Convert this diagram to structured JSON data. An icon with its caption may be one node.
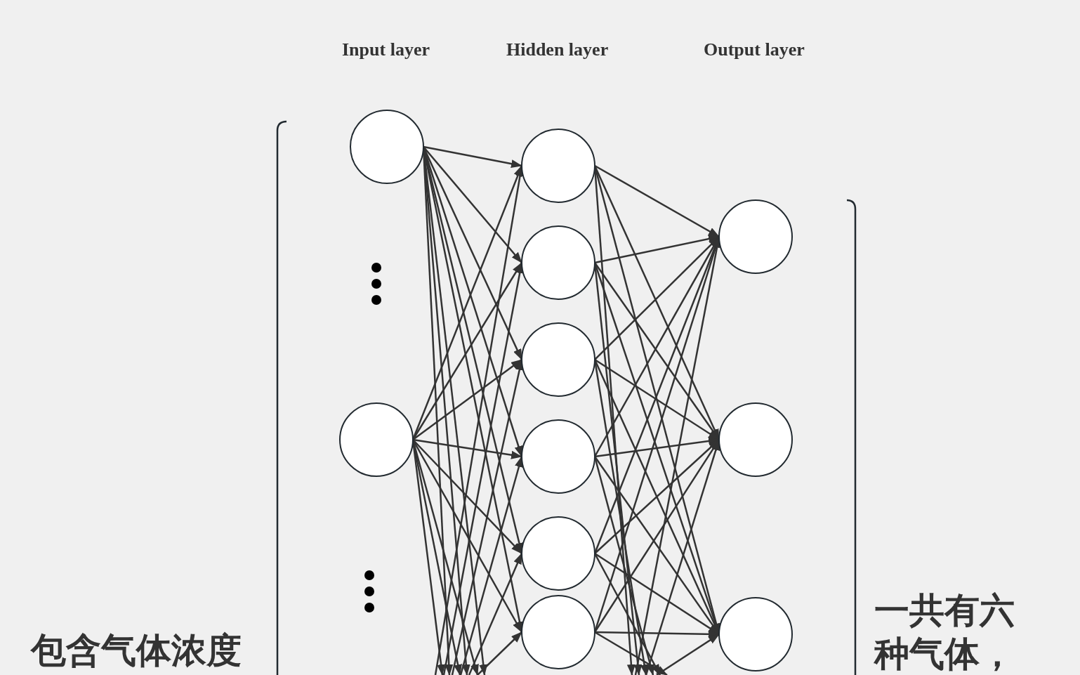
{
  "diagram": {
    "nodes": [
      {
        "text": [],
        "shape": "circle"
      },
      {
        "text": [],
        "shape": "circle"
      },
      {
        "text": [],
        "shape": "circle"
      },
      {
        "text": [],
        "shape": "circle"
      },
      {
        "text": [],
        "shape": "circle"
      },
      {
        "text": [],
        "shape": "circle"
      },
      {
        "text": [],
        "shape": "circle"
      },
      {
        "text": [],
        "shape": "circle"
      },
      {
        "text": [],
        "shape": "circle"
      },
      {
        "text": [],
        "shape": "circle"
      },
      {
        "text": [],
        "shape": "circle"
      }
    ],
    "edges": [
      {
        "from": 0,
        "to": 2,
        "arrow": "to"
      },
      {
        "from": 0,
        "to": 3,
        "arrow": "to"
      },
      {
        "from": 0,
        "to": 4,
        "arrow": "to"
      },
      {
        "from": 0,
        "to": 5,
        "arrow": "to"
      },
      {
        "from": 0,
        "to": 6,
        "arrow": "to"
      },
      {
        "from": 0,
        "to": 7,
        "arrow": "to"
      },
      {
        "from": 1,
        "to": 2,
        "arrow": "to"
      },
      {
        "from": 1,
        "to": 3,
        "arrow": "to"
      },
      {
        "from": 1,
        "to": 4,
        "arrow": "to"
      },
      {
        "from": 1,
        "to": 5,
        "arrow": "to"
      },
      {
        "from": 1,
        "to": 6,
        "arrow": "to"
      },
      {
        "from": 1,
        "to": 7,
        "arrow": "to"
      },
      {
        "from": 2,
        "to": 8,
        "arrow": "to"
      },
      {
        "from": 2,
        "to": 9,
        "arrow": "to"
      },
      {
        "from": 2,
        "to": 10,
        "arrow": "to"
      },
      {
        "from": 3,
        "to": 8,
        "arrow": "to"
      },
      {
        "from": 3,
        "to": 9,
        "arrow": "to"
      },
      {
        "from": 3,
        "to": 10,
        "arrow": "to"
      },
      {
        "from": 4,
        "to": 8,
        "arrow": "to"
      },
      {
        "from": 4,
        "to": 9,
        "arrow": "to"
      },
      {
        "from": 4,
        "to": 10,
        "arrow": "to"
      },
      {
        "from": 5,
        "to": 8,
        "arrow": "to"
      },
      {
        "from": 5,
        "to": 9,
        "arrow": "to"
      },
      {
        "from": 5,
        "to": 10,
        "arrow": "to"
      },
      {
        "from": 6,
        "to": 8,
        "arrow": "to"
      },
      {
        "from": 6,
        "to": 9,
        "arrow": "to"
      },
      {
        "from": 6,
        "to": 10,
        "arrow": "to"
      },
      {
        "from": 7,
        "to": 8,
        "arrow": "to"
      },
      {
        "from": 7,
        "to": 9,
        "arrow": "to"
      },
      {
        "from": 7,
        "to": 10,
        "arrow": "to"
      },
      {
        "from": 0,
        "to": null,
        "arrow": "to"
      },
      {
        "from": 0,
        "to": null,
        "arrow": "to"
      },
      {
        "from": 0,
        "to": null,
        "arrow": "to"
      },
      {
        "from": 1,
        "to": null,
        "arrow": "to"
      },
      {
        "from": 1,
        "to": null,
        "arrow": "to"
      },
      {
        "from": 1,
        "to": null,
        "arrow": "to"
      },
      {
        "from": null,
        "to": 2,
        "arrow": "to"
      },
      {
        "from": null,
        "to": 3,
        "arrow": "to"
      },
      {
        "from": null,
        "to": 4,
        "arrow": "to"
      },
      {
        "from": null,
        "to": 5,
        "arrow": "to"
      },
      {
        "from": null,
        "to": 6,
        "arrow": "to"
      },
      {
        "from": null,
        "to": 7,
        "arrow": "to"
      },
      {
        "from": 2,
        "to": null,
        "arrow": "to"
      },
      {
        "from": 3,
        "to": null,
        "arrow": "to"
      },
      {
        "from": 4,
        "to": null,
        "arrow": "to"
      },
      {
        "from": 5,
        "to": null,
        "arrow": "to"
      },
      {
        "from": 6,
        "to": null,
        "arrow": "to"
      },
      {
        "from": 7,
        "to": null,
        "arrow": "to"
      },
      {
        "from": null,
        "to": 8,
        "arrow": "to"
      },
      {
        "from": null,
        "to": 9,
        "arrow": "to"
      },
      {
        "from": null,
        "to": 10,
        "arrow": "to"
      }
    ],
    "labels": [
      "Input layer",
      "Hidden layer",
      "Output layer",
      "包含气体浓度",
      "一共有六种气体，"
    ]
  }
}
